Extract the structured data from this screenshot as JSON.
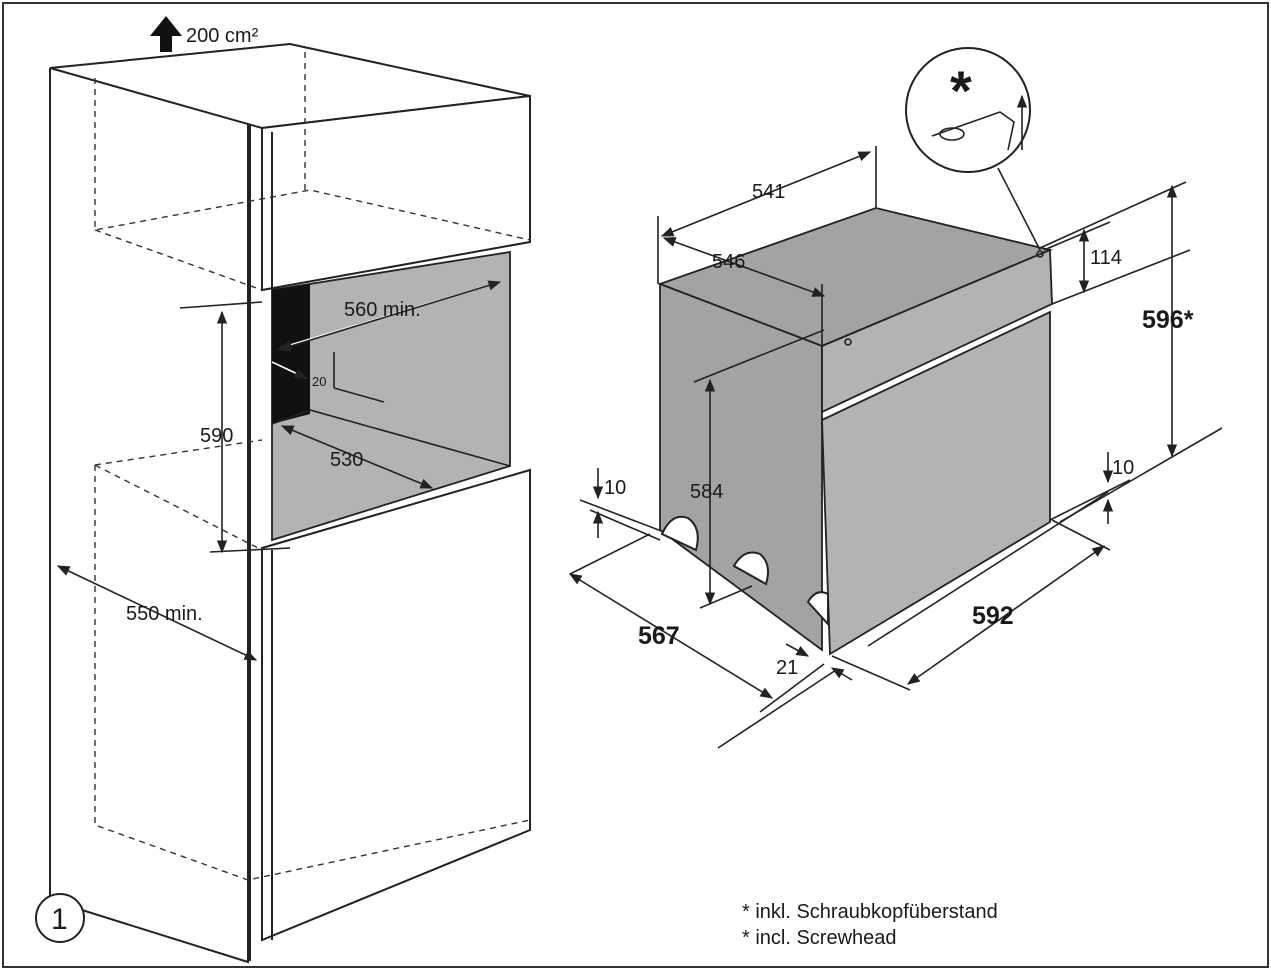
{
  "figure_number": "1",
  "cabinet": {
    "vent_area": "200 cm²",
    "niche_width": "560 min.",
    "niche_height": "590",
    "niche_depth": "530",
    "gap": "20",
    "cabinet_depth": "550 min."
  },
  "oven": {
    "top_depth": "541",
    "body_depth": "546",
    "panel_height": "114",
    "total_height": "596*",
    "body_height": "584",
    "foot_gap_left": "10",
    "foot_gap_right": "10",
    "overall_depth": "567",
    "front_thickness": "21",
    "width": "592",
    "detail_marker": "*"
  },
  "footnotes": [
    "* inkl. Schraubkopfüberstand",
    "* incl. Screwhead"
  ]
}
